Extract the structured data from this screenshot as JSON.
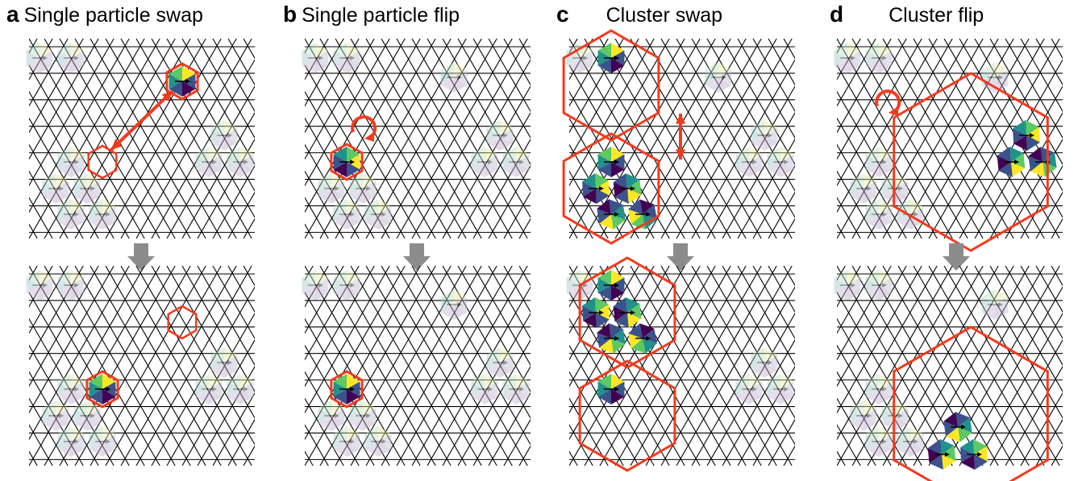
{
  "panels": [
    {
      "letter": "a",
      "title": "Single particle swap"
    },
    {
      "letter": "b",
      "title": "Single particle flip"
    },
    {
      "letter": "c",
      "title": "Cluster swap"
    },
    {
      "letter": "d",
      "title": "Cluster flip"
    }
  ],
  "colors": {
    "lattice": "#000000",
    "highlight": "#f5391c",
    "arrow_gray": "#8c8c8c",
    "viridis": [
      "#440154",
      "#3b528b",
      "#21918c",
      "#5ec962",
      "#fde725"
    ]
  }
}
